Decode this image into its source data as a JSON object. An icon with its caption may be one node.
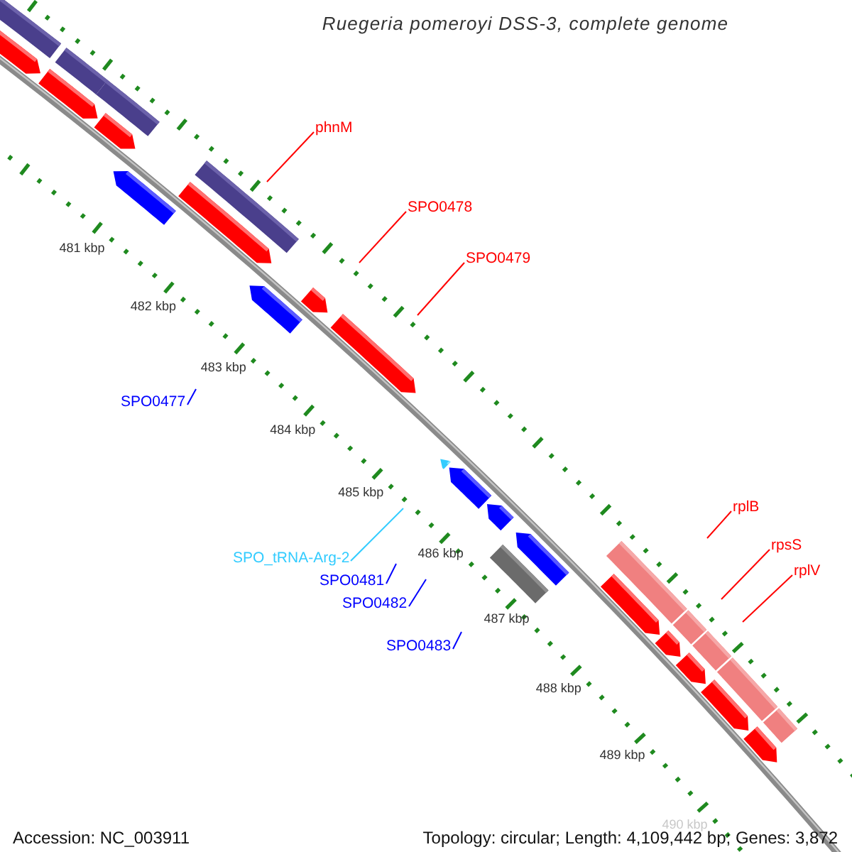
{
  "diagram": {
    "title": "Ruegeria pomeroyi DSS-3, complete genome",
    "nodes": [
      {
        "text": [
          "phnM"
        ]
      },
      {
        "text": [
          "SPO0478"
        ]
      },
      {
        "text": [
          "SPO0479"
        ]
      },
      {
        "text": [
          "SPO0477"
        ]
      },
      {
        "text": [
          "SPO_tRNA-Arg-2"
        ]
      },
      {
        "text": [
          "SPO0481"
        ]
      },
      {
        "text": [
          "SPO0482"
        ]
      },
      {
        "text": [
          "SPO0483"
        ]
      },
      {
        "text": [
          "rplB"
        ]
      },
      {
        "text": [
          "rpsS"
        ]
      },
      {
        "text": [
          "rplV"
        ]
      }
    ],
    "edges": [
      {
        "from": 0,
        "to": null,
        "arrow": "none"
      },
      {
        "from": 1,
        "to": null,
        "arrow": "none"
      },
      {
        "from": 2,
        "to": null,
        "arrow": "none"
      },
      {
        "from": 3,
        "to": null,
        "arrow": "none",
        "color": "#0000ff"
      },
      {
        "from": 4,
        "to": null,
        "arrow": "none",
        "color": "#33ccff"
      },
      {
        "from": 5,
        "to": null,
        "arrow": "none",
        "color": "#0000ff"
      },
      {
        "from": 6,
        "to": null,
        "arrow": "none",
        "color": "#0000ff"
      },
      {
        "from": 7,
        "to": null,
        "arrow": "none",
        "color": "#0000ff"
      },
      {
        "from": 8,
        "to": null,
        "arrow": "none"
      },
      {
        "from": 9,
        "to": null,
        "arrow": "none"
      },
      {
        "from": 10,
        "to": null,
        "arrow": "none"
      }
    ],
    "labels": [
      "481 kbp",
      "482 kbp",
      "483 kbp",
      "484 kbp",
      "485 kbp",
      "486 kbp",
      "487 kbp",
      "488 kbp",
      "489 kbp",
      "490 kbp",
      "Accession: NC_003911",
      "Topology: circular; Length: 4,109,442 bp; Genes: 3,872"
    ]
  }
}
